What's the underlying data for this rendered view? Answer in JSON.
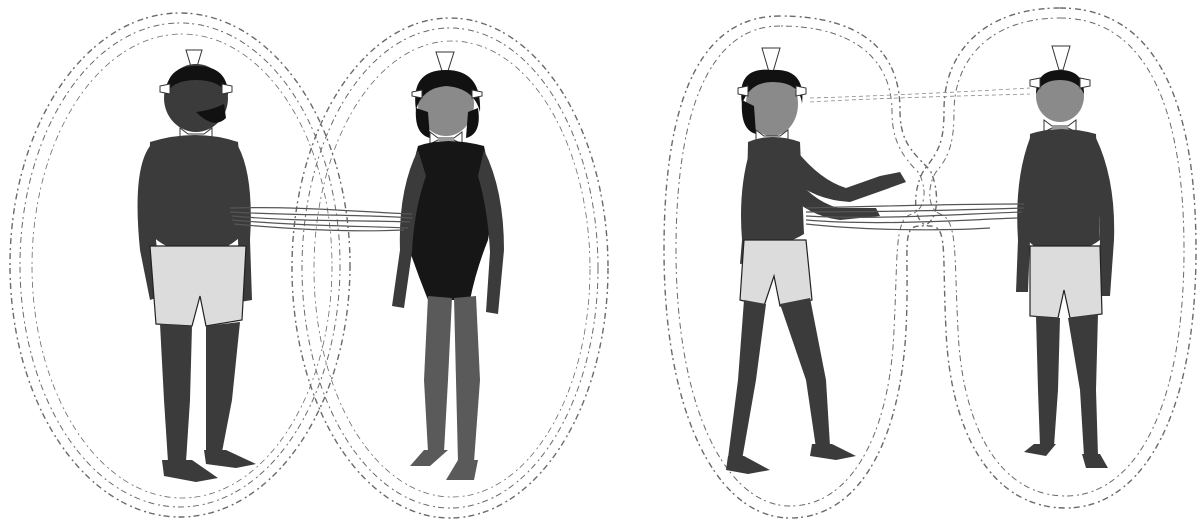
{
  "figure": {
    "panels": [
      {
        "id": "left",
        "scene": "two-auras-overlapping-cords-connected"
      },
      {
        "id": "right",
        "scene": "two-auras-stretched-reaching-cords-connected"
      }
    ],
    "colors": {
      "background": "#ffffff",
      "ink": "#1a1a1a",
      "aura": "#6a6a6a"
    },
    "icons": [
      "chakra-cone-icon",
      "aura-field",
      "energy-cord"
    ]
  }
}
